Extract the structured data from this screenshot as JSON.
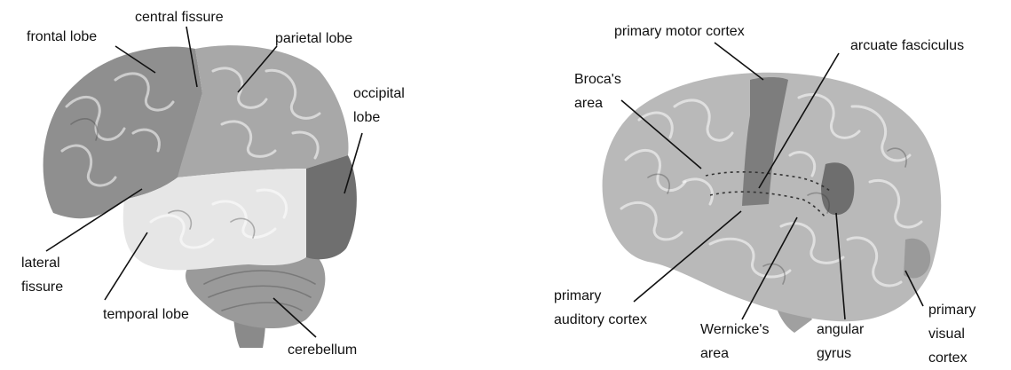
{
  "left_figure": {
    "labels": {
      "frontal_lobe": "frontal lobe",
      "central_fissure": "central fissure",
      "parietal_lobe": "parietal lobe",
      "occipital_lobe": "occipital\nlobe",
      "lateral_fissure": "lateral\nfissure",
      "temporal_lobe": "temporal lobe",
      "cerebellum": "cerebellum"
    }
  },
  "right_figure": {
    "labels": {
      "primary_motor_cortex": "primary motor cortex",
      "arcuate_fasciculus": "arcuate fasciculus",
      "brocas_area": "Broca's\narea",
      "primary_auditory_cortex": "primary\nauditory cortex",
      "wernickes_area": "Wernicke's\narea",
      "angular_gyrus": "angular\ngyrus",
      "primary_visual_cortex": "primary\nvisual\ncortex"
    }
  },
  "colors": {
    "frontal": "#8f8f8f",
    "parietal": "#a8a8a8",
    "occipital": "#6f6f6f",
    "temporal": "#e6e6e6",
    "cerebellum": "#9a9a9a",
    "right_brain": "#b9b9b9",
    "highlight": "#7d7d7d"
  }
}
